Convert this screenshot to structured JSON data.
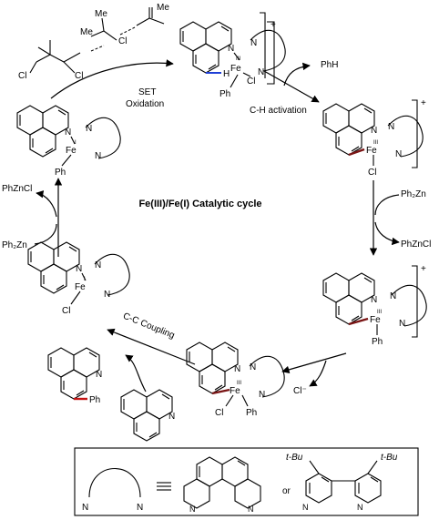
{
  "title": "Fe(III)/Fe(I) Catalytic cycle",
  "reagents": {
    "dichloride": "Cl",
    "dichloride_cl2": "Cl",
    "dichloride_cl3": "Cl",
    "me_label": "Me",
    "me_label2": "Me",
    "alkene_me": "Me",
    "phh": "PhH",
    "ph2zn_right": "Ph₂Zn",
    "phzncl_right": "PhZnCl",
    "phzncl_left": "PhZnCl",
    "ph2zn_left": "Ph₂Zn",
    "chloride": "Cl⁻"
  },
  "steps": {
    "set_line1": "SET",
    "set_line2": "Oxidation",
    "ch_activation": "C-H activation",
    "cc_coupling": "C-C Coupling"
  },
  "complexes": {
    "fe_label": "Fe",
    "ox_III": "III",
    "ox_I": "I",
    "n_label": "N",
    "cl_label": "Cl",
    "ph_label": "Ph",
    "h_label": "H",
    "charge": "+"
  },
  "legend": {
    "n_left": "N",
    "n_right": "N",
    "or_label": "or",
    "tbu_left": "t-Bu",
    "tbu_right": "t-Bu"
  },
  "colors": {
    "ch_bond": "#1f3fd6",
    "fe_c_bond": "#7a1515",
    "new_cc_bond": "#c41414"
  }
}
